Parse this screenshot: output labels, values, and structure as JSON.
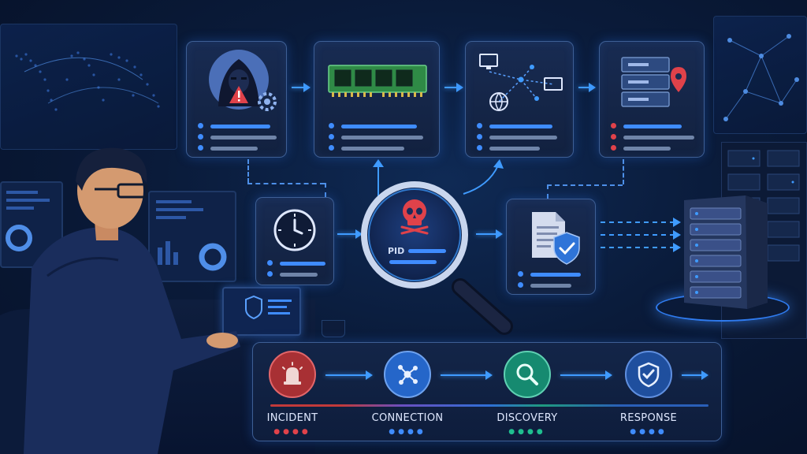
{
  "top_flow": {
    "cards": [
      {
        "id": "attacker",
        "icon": "hooded-hacker-icon"
      },
      {
        "id": "memory",
        "icon": "ram-chip-icon"
      },
      {
        "id": "network",
        "icon": "network-nodes-icon"
      },
      {
        "id": "servers",
        "icon": "server-location-icon"
      }
    ]
  },
  "mid_flow": {
    "time_card": {
      "icon": "clock-icon"
    },
    "magnifier": {
      "icon": "skull-icon",
      "pid_label": "PID"
    },
    "report_card": {
      "icon": "shield-document-icon"
    },
    "server": {
      "icon": "server-tower-icon"
    }
  },
  "timeline": {
    "steps": [
      {
        "label": "INCIDENT",
        "icon": "alarm-siren-icon",
        "color": "#c23a3a"
      },
      {
        "label": "CONNECTION",
        "icon": "network-nodes-icon",
        "color": "#2f6fd6"
      },
      {
        "label": "DISCOVERY",
        "icon": "search-icon",
        "color": "#1f9a7f"
      },
      {
        "label": "RESPONSE",
        "icon": "shield-check-icon",
        "color": "#2a5fb8"
      }
    ]
  },
  "colors": {
    "accent": "#3f9bff",
    "danger": "#e0424a",
    "card_border": "#3e5f95"
  }
}
